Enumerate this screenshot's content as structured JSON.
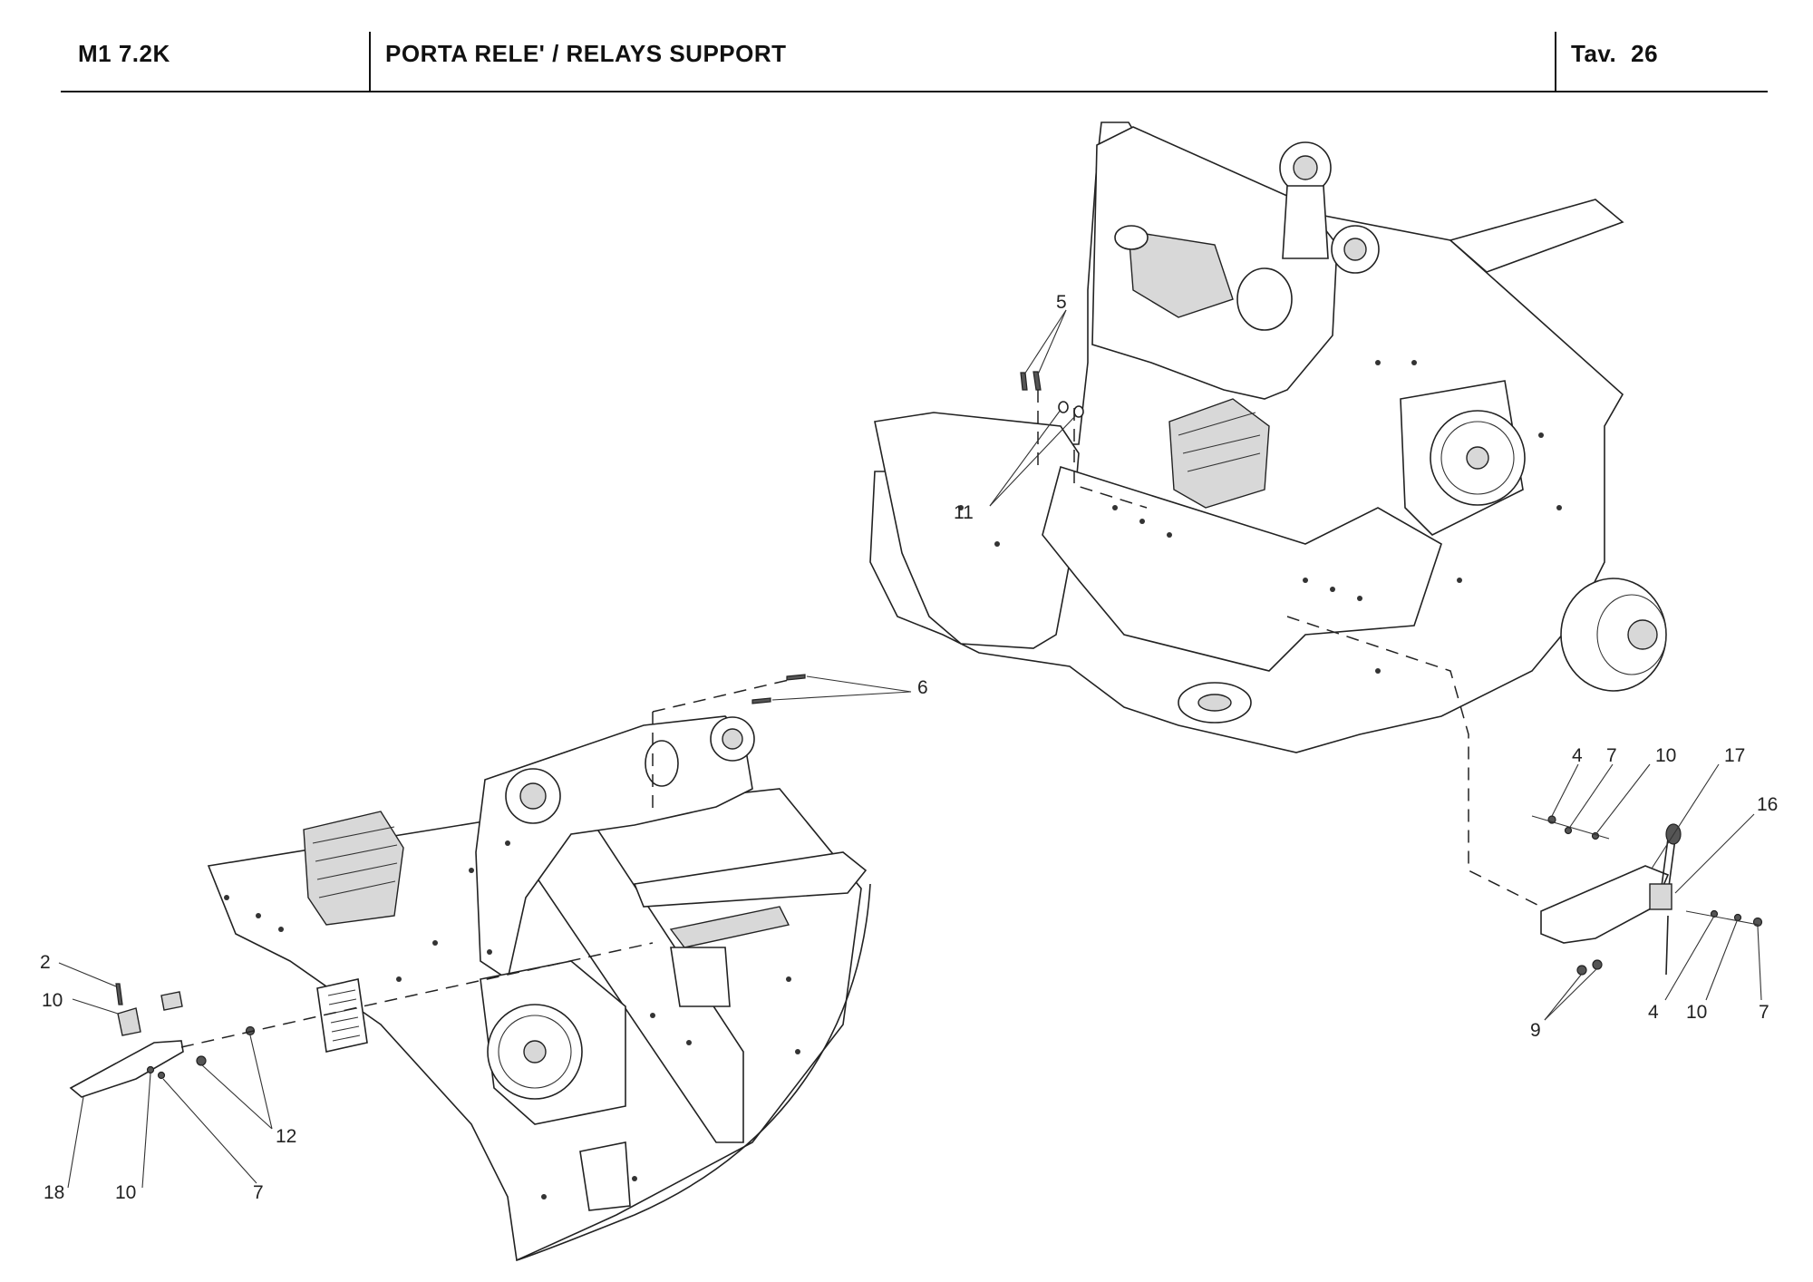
{
  "header": {
    "model": "M1 7.2K",
    "title": "PORTA RELE' / RELAYS SUPPORT",
    "tav_label": "Tav.",
    "tav_number": "26"
  },
  "callouts": {
    "upper": {
      "c5": "5",
      "c11": "11",
      "c6": "6",
      "c4a": "4",
      "c7a": "7",
      "c10a": "10",
      "c17": "17",
      "c16": "16",
      "c9": "9",
      "c4b": "4",
      "c10b": "10",
      "c7b": "7"
    },
    "lower": {
      "c2": "2",
      "c10a": "10",
      "c12": "12",
      "c18": "18",
      "c10b": "10",
      "c7": "7"
    }
  }
}
